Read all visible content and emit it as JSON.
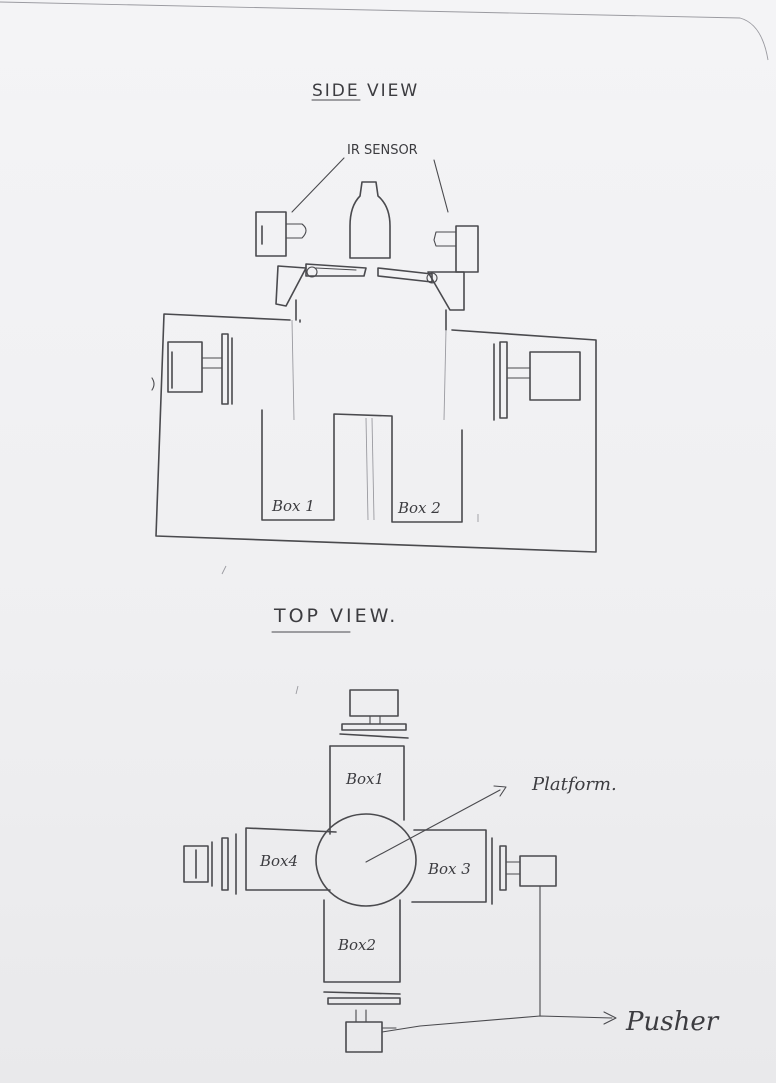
{
  "side_view": {
    "title": "SIDE VIEW",
    "sensor_label": "IR SENSOR",
    "box1": "Box 1",
    "box2": "Box 2"
  },
  "top_view": {
    "title": "TOP VIEW.",
    "box1": "Box1",
    "box2": "Box2",
    "box3": "Box 3",
    "box4": "Box4",
    "platform_label": "Platform.",
    "pusher_label": "Pusher"
  }
}
